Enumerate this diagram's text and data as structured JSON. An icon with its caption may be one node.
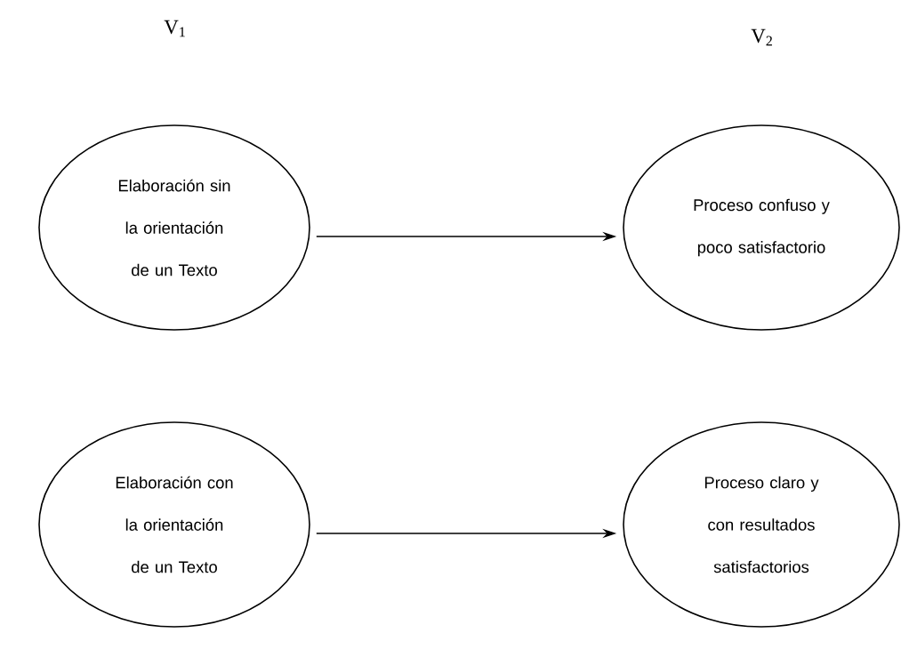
{
  "diagram": {
    "nodes": [
      {
        "text": [
          "Elaboración sin la orientación de un Texto"
        ]
      },
      {
        "text": [
          "Proceso confuso y poco satisfactorio"
        ]
      },
      {
        "text": [
          "Elaboración con la orientación de un Texto"
        ]
      },
      {
        "text": [
          "Proceso claro y con resultados satisfactorios"
        ]
      }
    ],
    "edges": [
      {
        "from": 0,
        "to": 1,
        "arrow": "to"
      },
      {
        "from": 2,
        "to": 3,
        "arrow": "to"
      }
    ],
    "labels": [
      "V$_{1}$",
      "V$_{2}$"
    ]
  }
}
